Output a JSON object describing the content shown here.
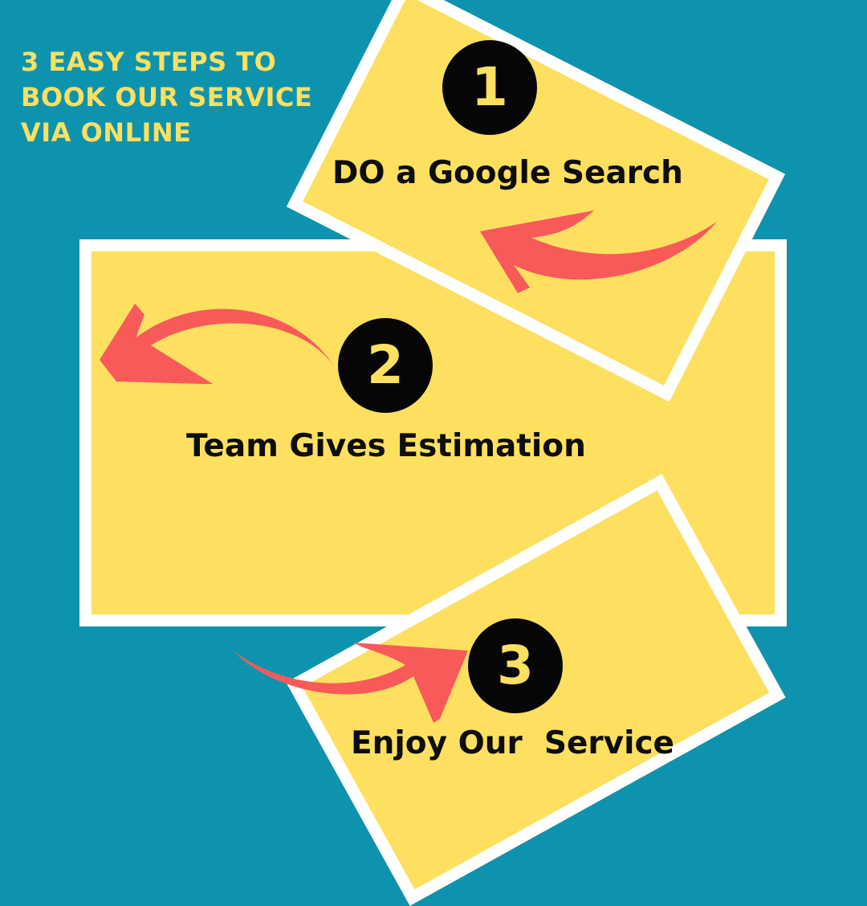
{
  "heading": {
    "lines": [
      "3 EASY STEPS TO",
      "BOOK OUR SERVICE",
      "VIA ONLINE"
    ]
  },
  "steps": [
    {
      "number": "1",
      "label": "DO a Google Search"
    },
    {
      "number": "2",
      "label": "Team Gives Estimation"
    },
    {
      "number": "3",
      "label": "Enjoy Our  Service"
    }
  ],
  "colors": {
    "background": "#0e93ae",
    "card": "#fde060",
    "card_border": "#ffffff",
    "arrow": "#f85a5a",
    "badge": "#060606",
    "heading_text": "#fde060"
  }
}
